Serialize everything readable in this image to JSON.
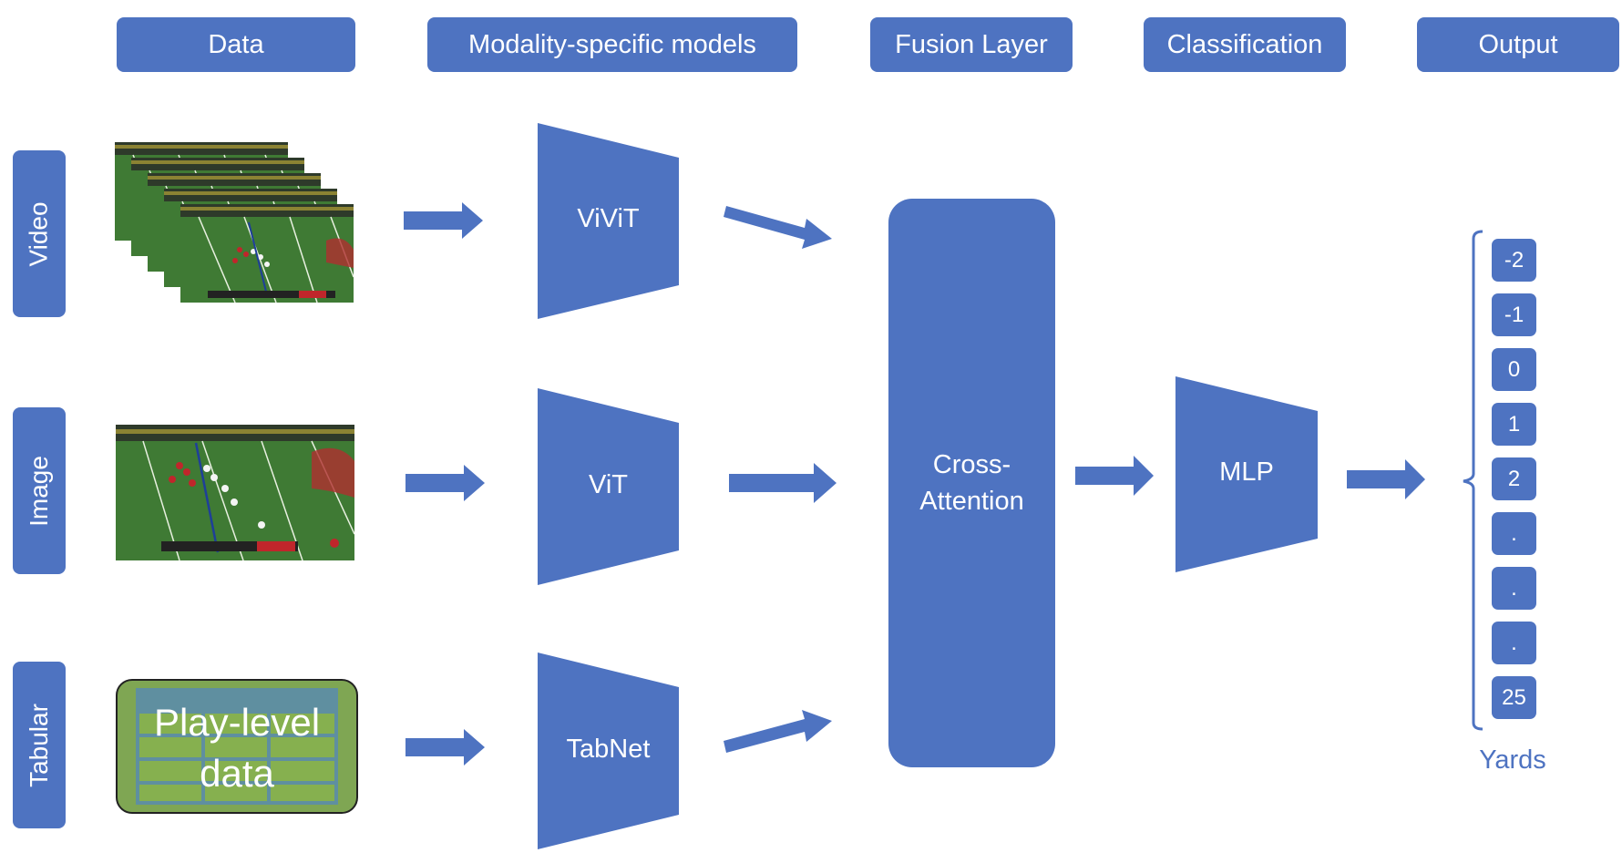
{
  "headers": {
    "data": "Data",
    "models": "Modality-specific models",
    "fusion": "Fusion Layer",
    "classification": "Classification",
    "output": "Output"
  },
  "rows": {
    "video": "Video",
    "image": "Image",
    "tabular": "Tabular"
  },
  "models": {
    "video": "ViViT",
    "image": "ViT",
    "tabular": "TabNet"
  },
  "tabular_box": {
    "line1": "Play-level",
    "line2": "data"
  },
  "fusion": {
    "line1": "Cross-",
    "line2": "Attention"
  },
  "classifier": "MLP",
  "outputs": [
    "-2",
    "-1",
    "0",
    "1",
    "2",
    ".",
    ".",
    ".",
    "25"
  ],
  "output_label": "Yards",
  "colors": {
    "primary": "#4e73c1",
    "field_green": "#3f7a34",
    "table_green": "#7fa653",
    "table_grid": "#5f8fa0"
  },
  "icons": {
    "video_frames": "football-video-frames",
    "image": "football-field-image",
    "table": "table-icon"
  }
}
